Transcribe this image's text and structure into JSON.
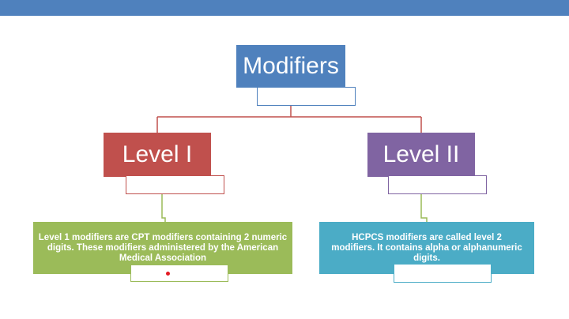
{
  "root": {
    "label": "Modifiers",
    "color": "#4f81bd"
  },
  "level1": {
    "label": "Level I",
    "color": "#c0504d",
    "description": "Level 1 modifiers are CPT modifiers containing 2  numeric digits. These modifiers administered by the American Medical Association",
    "description_color": "#9bbb59"
  },
  "level2": {
    "label": "Level II",
    "color": "#8064a2",
    "description": "HCPCS modifiers are called level 2 modifiers. It contains alpha or alphanumeric digits.",
    "description_color": "#4bacc6"
  },
  "header_bar_color": "#4f81bd",
  "connector_color_root": "#c0504d",
  "connector_color_leaf": "#9bbb59"
}
